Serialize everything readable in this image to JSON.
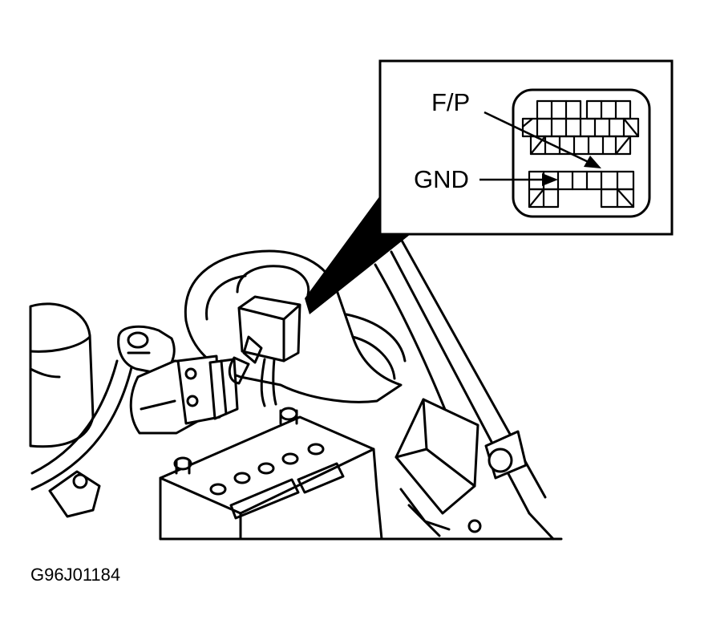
{
  "callouts": {
    "fp": "F/P",
    "gnd": "GND"
  },
  "figure_id": "G96J01184"
}
